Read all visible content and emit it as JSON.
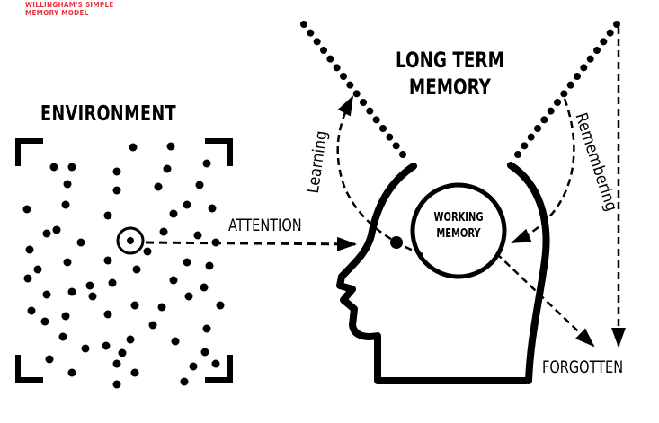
{
  "title": [
    "WILLINGHAM'S SIMPLE",
    "MEMORY MODEL"
  ],
  "environment": "ENVIRONMENT",
  "long_term_memory": [
    "LONG TERM",
    "MEMORY"
  ],
  "working_memory": [
    "WORKING",
    "MEMORY"
  ],
  "attention": "ATTENTION",
  "learning": "Learning",
  "remembering": "Remembering",
  "forgotten": "FORGOTTEN",
  "colors": {
    "title": "#e8323c",
    "ink": "#000000"
  }
}
